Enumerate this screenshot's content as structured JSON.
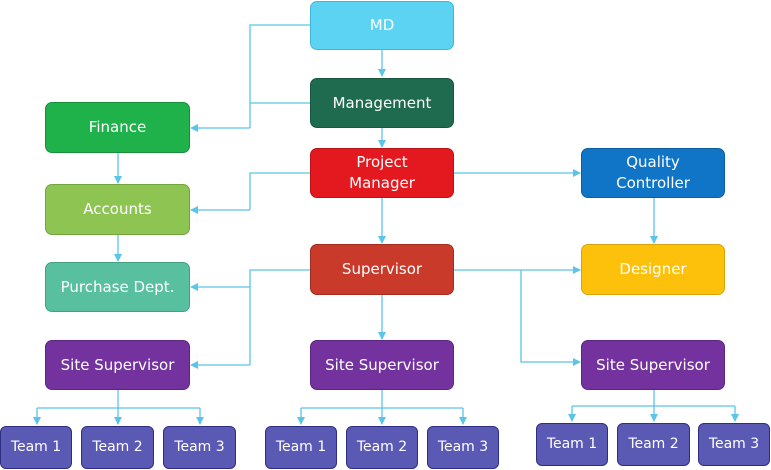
{
  "colors": {
    "connector": "#5bc4ea",
    "md": "#5dd3f4",
    "management": "#1e6b4f",
    "project_manager": "#e3191f",
    "supervisor": "#c93a2a",
    "quality_controller": "#1075c6",
    "designer": "#fdc10c",
    "finance": "#1fb14a",
    "accounts": "#8dc452",
    "purchase": "#58c09e",
    "site_supervisor": "#73329d",
    "team": "#5a59b3"
  },
  "nodes": {
    "md": {
      "label": "MD"
    },
    "management": {
      "label": "Management"
    },
    "project_manager": {
      "label": "Project\nManager"
    },
    "supervisor": {
      "label": "Supervisor"
    },
    "quality_controller": {
      "label": "Quality\nController"
    },
    "designer": {
      "label": "Designer"
    },
    "finance": {
      "label": "Finance"
    },
    "accounts": {
      "label": "Accounts"
    },
    "purchase": {
      "label": "Purchase Dept."
    },
    "site_supervisor_left": {
      "label": "Site Supervisor"
    },
    "site_supervisor_center": {
      "label": "Site Supervisor"
    },
    "site_supervisor_right": {
      "label": "Site Supervisor"
    }
  },
  "teams": {
    "left": [
      {
        "label": "Team 1"
      },
      {
        "label": "Team 2"
      },
      {
        "label": "Team 3"
      }
    ],
    "center": [
      {
        "label": "Team 1"
      },
      {
        "label": "Team 2"
      },
      {
        "label": "Team 3"
      }
    ],
    "right": [
      {
        "label": "Team 1"
      },
      {
        "label": "Team 2"
      },
      {
        "label": "Team 3"
      }
    ]
  }
}
